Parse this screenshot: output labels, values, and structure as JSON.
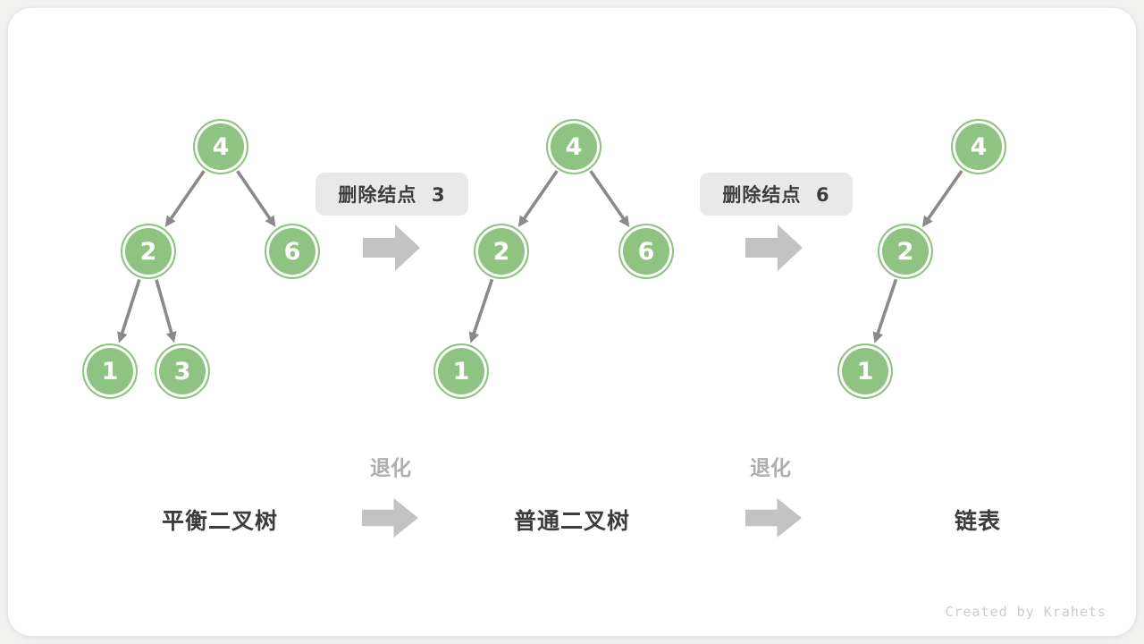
{
  "trees": [
    {
      "name": "平衡二叉树",
      "nodes": [
        "4",
        "2",
        "6",
        "1",
        "3"
      ],
      "edges": [
        [
          "4",
          "2"
        ],
        [
          "4",
          "6"
        ],
        [
          "2",
          "1"
        ],
        [
          "2",
          "3"
        ]
      ]
    },
    {
      "name": "普通二叉树",
      "nodes": [
        "4",
        "2",
        "6",
        "1"
      ],
      "edges": [
        [
          "4",
          "2"
        ],
        [
          "4",
          "6"
        ],
        [
          "2",
          "1"
        ]
      ]
    },
    {
      "name": "链表",
      "nodes": [
        "4",
        "2",
        "1"
      ],
      "edges": [
        [
          "4",
          "2"
        ],
        [
          "2",
          "1"
        ]
      ]
    }
  ],
  "steps": [
    {
      "label": "删除结点  3"
    },
    {
      "label": "删除结点  6"
    }
  ],
  "bottom": {
    "degrade": "退化",
    "stages": [
      {
        "label": "平衡二叉树"
      },
      {
        "label": "普通二叉树"
      },
      {
        "label": "链表"
      }
    ]
  },
  "watermark": "Created by Krahets",
  "colors": {
    "page_bg": "#f1f1ef",
    "card_bg": "#ffffff",
    "node_fill": "#8fc382",
    "node_ring": "#ffffff",
    "node_text": "#ffffff",
    "edge": "#8a8a8a",
    "block_arrow": "#c3c3c3",
    "step_box_bg": "#e9e9e9",
    "dark_text": "#3c3c3c",
    "muted_text": "#aeaeae",
    "watermark": "#cccccc"
  }
}
